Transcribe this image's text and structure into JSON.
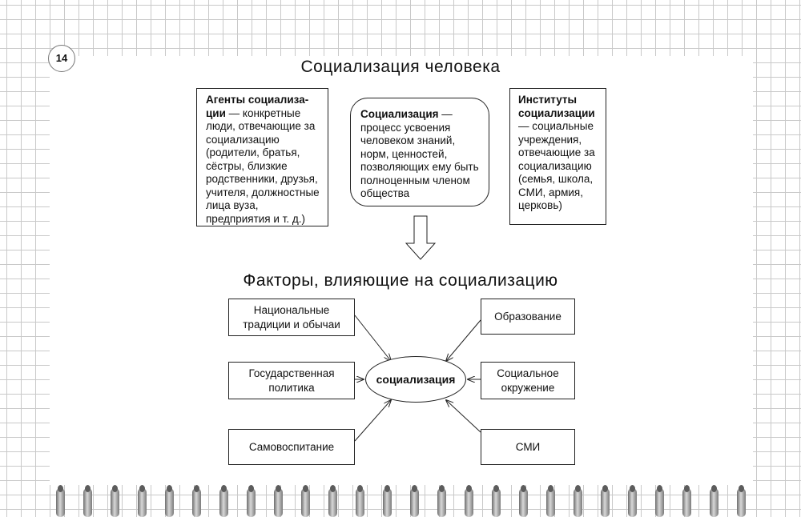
{
  "page_number": "14",
  "title": "Социализация человека",
  "agents": {
    "term": "Агенты социализа-ции",
    "definition": " — конкретные люди, отвечающие за социализацию (родители, братья, сёстры, близкие родственники, друзья, учителя, должностные лица вуза, предприятия и т. д.)"
  },
  "socialization_definition": {
    "term": "Социализация",
    "definition": " — процесс усвоения человеком знаний, норм, ценностей, позволяющих ему быть полноценным членом общества"
  },
  "institutions": {
    "term": "Институты социализации",
    "definition": " — социальные учреждения, отвечающие за социализацию (семья, школа, СМИ, армия, церковь)"
  },
  "factors_title": "Факторы, влияющие на социализацию",
  "center_label": "социализация",
  "factors": {
    "national_traditions": "Национальные традиции и обычаи",
    "state_policy": "Государственная политика",
    "self_education": "Самовоспитание",
    "education": "Образование",
    "social_environment": "Социальное окружение",
    "media": "СМИ"
  }
}
